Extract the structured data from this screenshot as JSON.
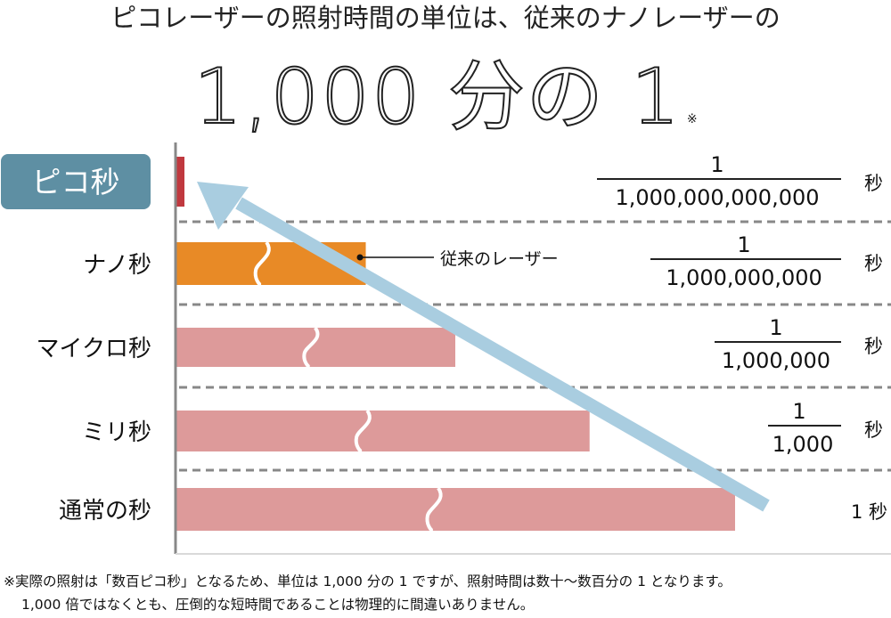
{
  "header": {
    "headline": "ピコレーザーの照射時間の単位は、従来のナノレーザーの",
    "big_text": "1,000 分の 1",
    "big_text_mark": "※"
  },
  "chart_data": {
    "type": "bar",
    "title": "ピコレーザーの照射時間の単位は、従来のナノレーザーの 1,000 分の 1",
    "orientation": "horizontal",
    "scale": "broken (axis breaks shown as wavy gaps; lengths are illustrative)",
    "categories": [
      "ピコ秒",
      "ナノ秒",
      "マイクロ秒",
      "ミリ秒",
      "通常の秒"
    ],
    "values_seconds": [
      1e-12,
      1e-09,
      1e-06,
      0.001,
      1
    ],
    "relative_bar_length": [
      0.016,
      0.34,
      0.5,
      0.74,
      1.0
    ],
    "fractions": [
      {
        "numerator": "1",
        "denominator": "1,000,000,000,000",
        "unit": "秒"
      },
      {
        "numerator": "1",
        "denominator": "1,000,000,000",
        "unit": "秒"
      },
      {
        "numerator": "1",
        "denominator": "1,000,000",
        "unit": "秒"
      },
      {
        "numerator": "1",
        "denominator": "1,000",
        "unit": "秒"
      },
      {
        "numerator": "",
        "denominator": "",
        "unit": "1 秒"
      }
    ],
    "highlighted_category": "ピコ秒",
    "annotation": {
      "category": "ナノ秒",
      "text": "従来のレーザー"
    },
    "arrow": "points from 通常の秒 bar end toward ピコ秒 bar (shorter direction)",
    "colors": {
      "pico": "#c0393f",
      "nano": "#e88a26",
      "other": "#dd9a9a",
      "arrow": "#a9cde0",
      "highlight_label_bg": "#5e8fa3",
      "axis": "#888888",
      "divider": "#888888"
    }
  },
  "footnote": {
    "line1": "※実際の照射は「数百ピコ秒」となるため、単位は 1,000 分の 1 ですが、照射時間は数十〜数百分の 1 となります。",
    "line2": "1,000 倍ではなくとも、圧倒的な短時間であることは物理的に間違いありません。"
  }
}
